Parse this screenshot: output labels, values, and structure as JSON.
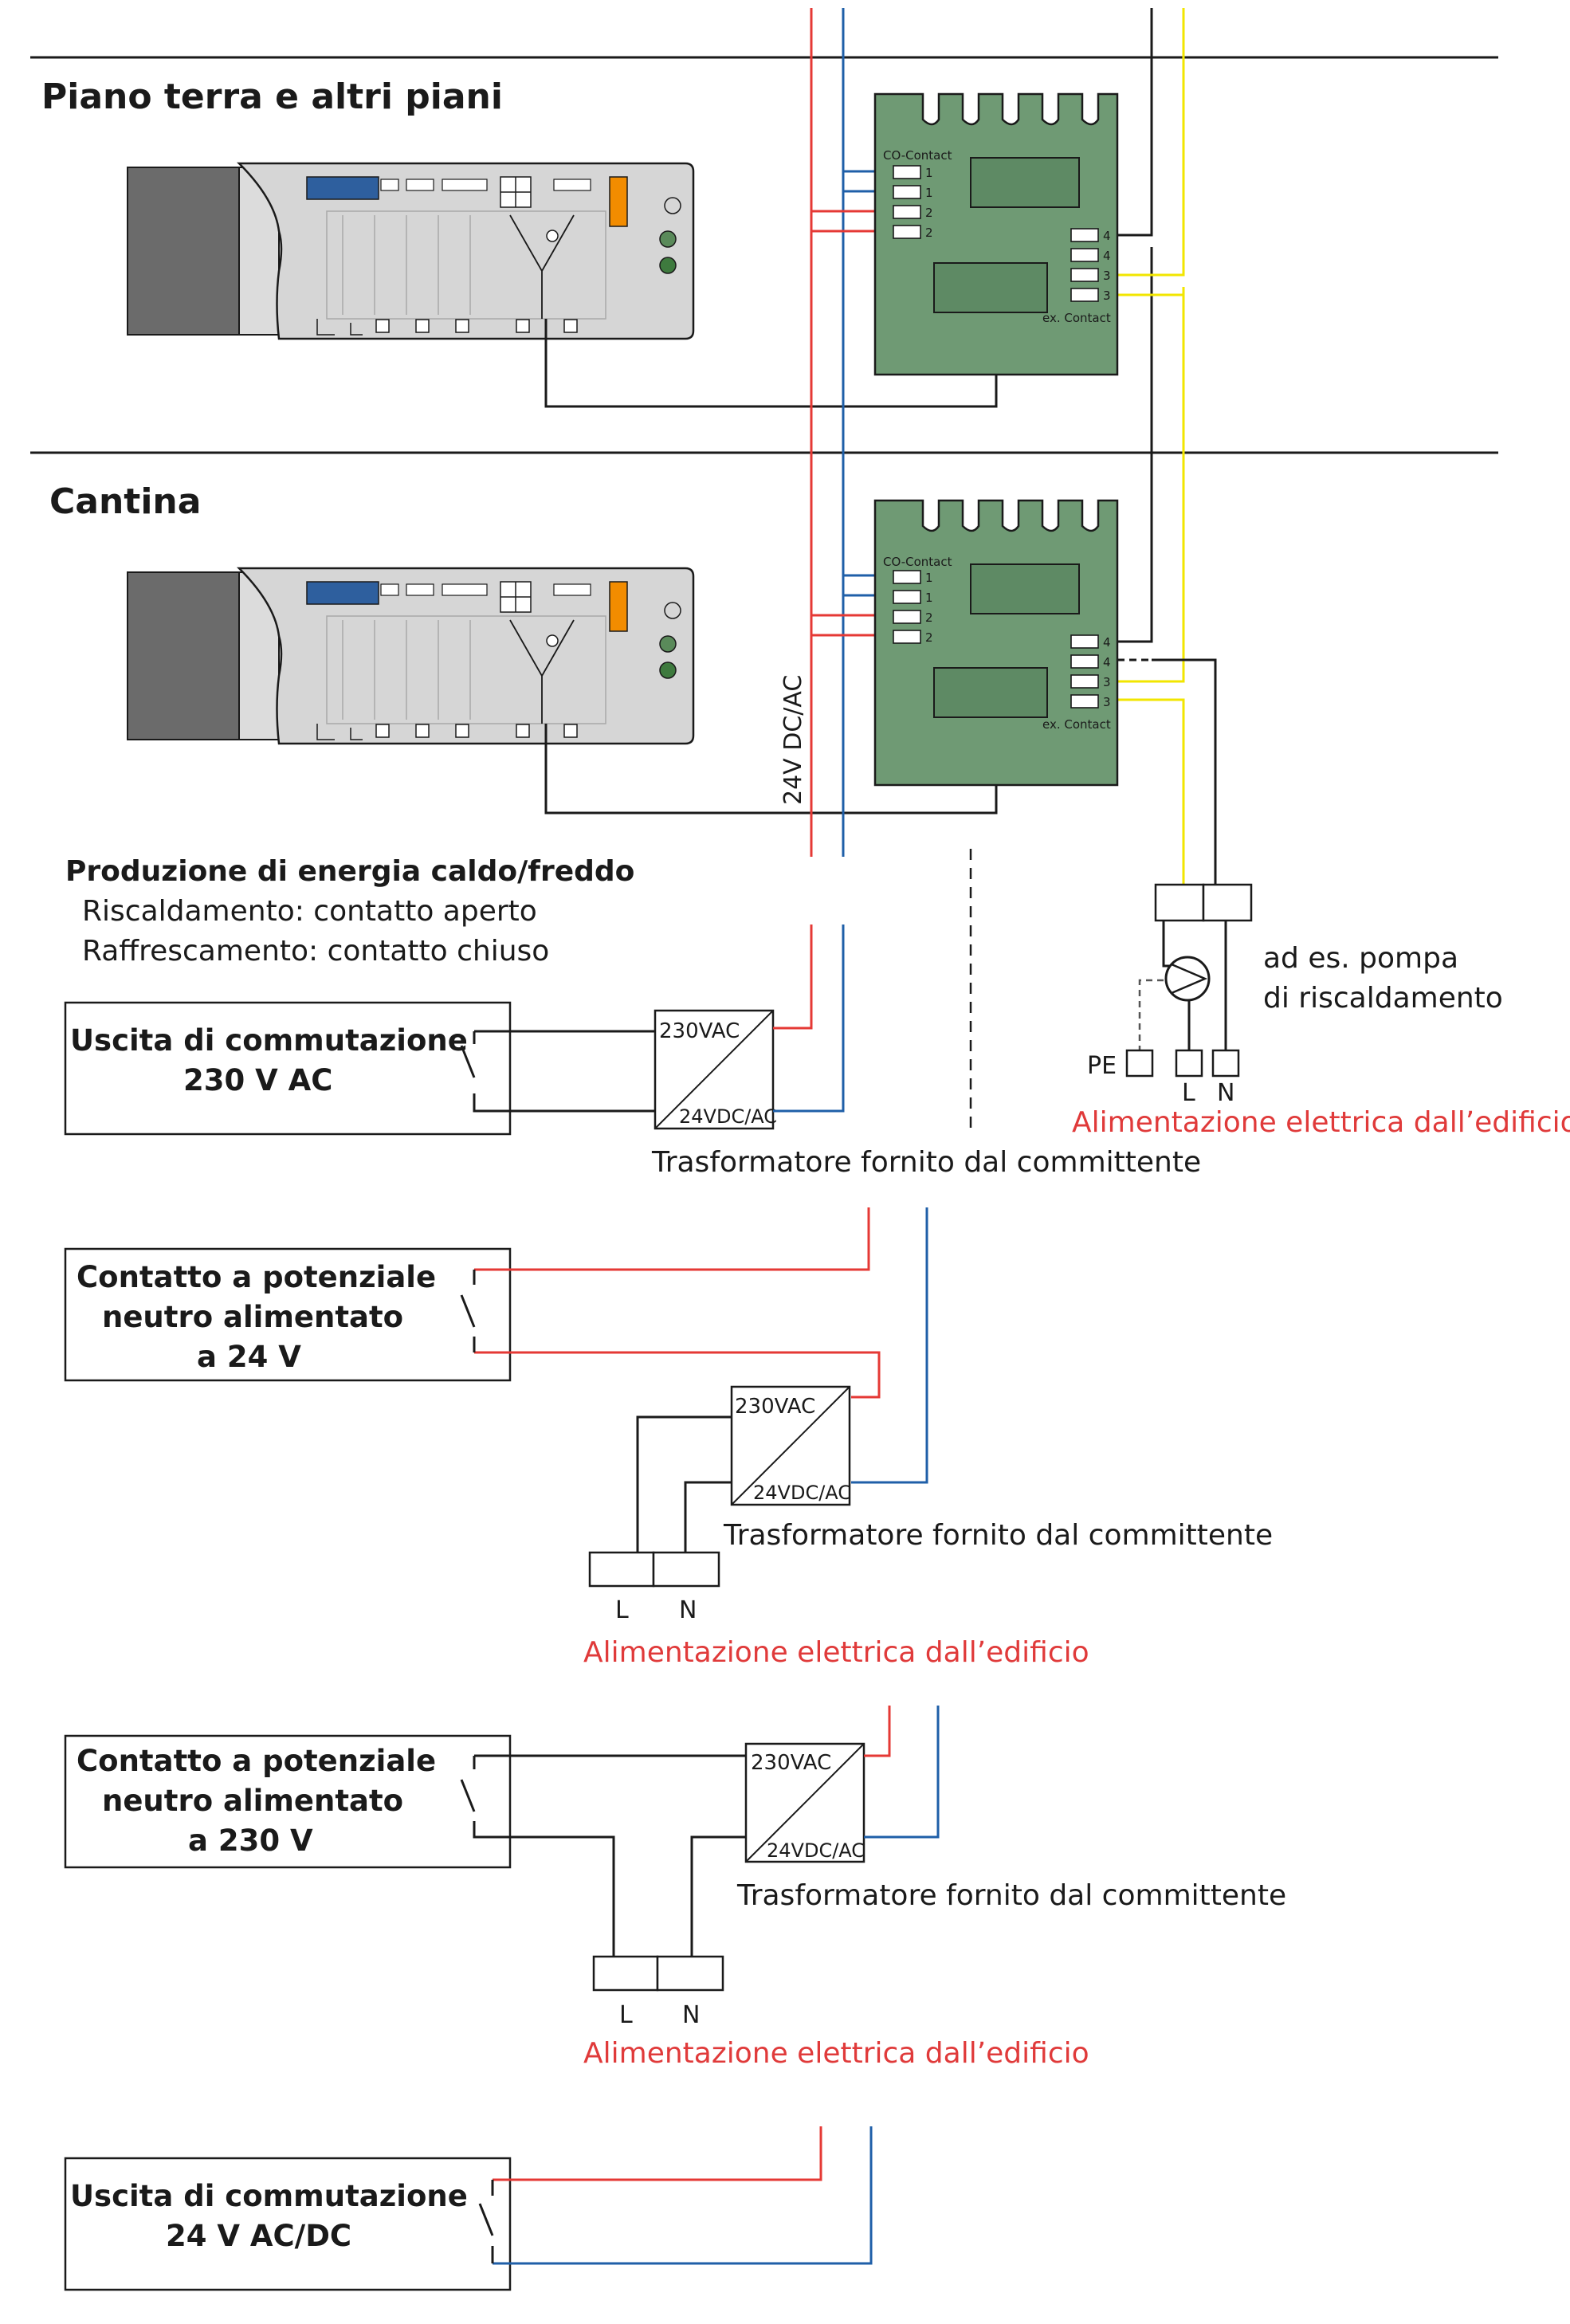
{
  "floors": {
    "upper": "Piano terra e altri piani",
    "basement": "Cantina"
  },
  "module": {
    "co_contact": "CO-Contact",
    "ex_contact": "ex. Contact",
    "left_pins": [
      "1",
      "1",
      "2",
      "2"
    ],
    "right_pins": [
      "4",
      "4",
      "3",
      "3"
    ]
  },
  "voltage_label": "24V DC/AC",
  "energy": {
    "title": "Produzione di energia caldo/freddo",
    "heating": "Riscaldamento: contatto aperto",
    "cooling": "Raffrescamento: contatto chiuso"
  },
  "pump": {
    "line1": "ad es. pompa",
    "line2": "di riscaldamento",
    "pe": "PE",
    "l": "L",
    "n": "N",
    "supply": "Alimentazione elettrica dall’edificio"
  },
  "transformer": {
    "in": "230VAC",
    "out": "24VDC/AC",
    "caption": "Trasformatore fornito dal committente"
  },
  "options": [
    {
      "line1": "Uscita di commutazione",
      "line2": "230 V AC"
    },
    {
      "line1": "Contatto a potenziale",
      "line2": "neutro alimentato",
      "line3": "a 24 V"
    },
    {
      "line1": "Contatto a potenziale",
      "line2": "neutro alimentato",
      "line3": "a 230 V"
    },
    {
      "line1": "Uscita di commutazione",
      "line2": "24 V AC/DC"
    }
  ],
  "supply": {
    "l": "L",
    "n": "N",
    "caption": "Alimentazione elettrica dall’edificio"
  },
  "colors": {
    "wire_red": "#e53935",
    "wire_blue": "#1f5fa8",
    "wire_yellow": "#f2e600",
    "module_green": "#6f9a74",
    "caption_red": "#e03a3a"
  }
}
